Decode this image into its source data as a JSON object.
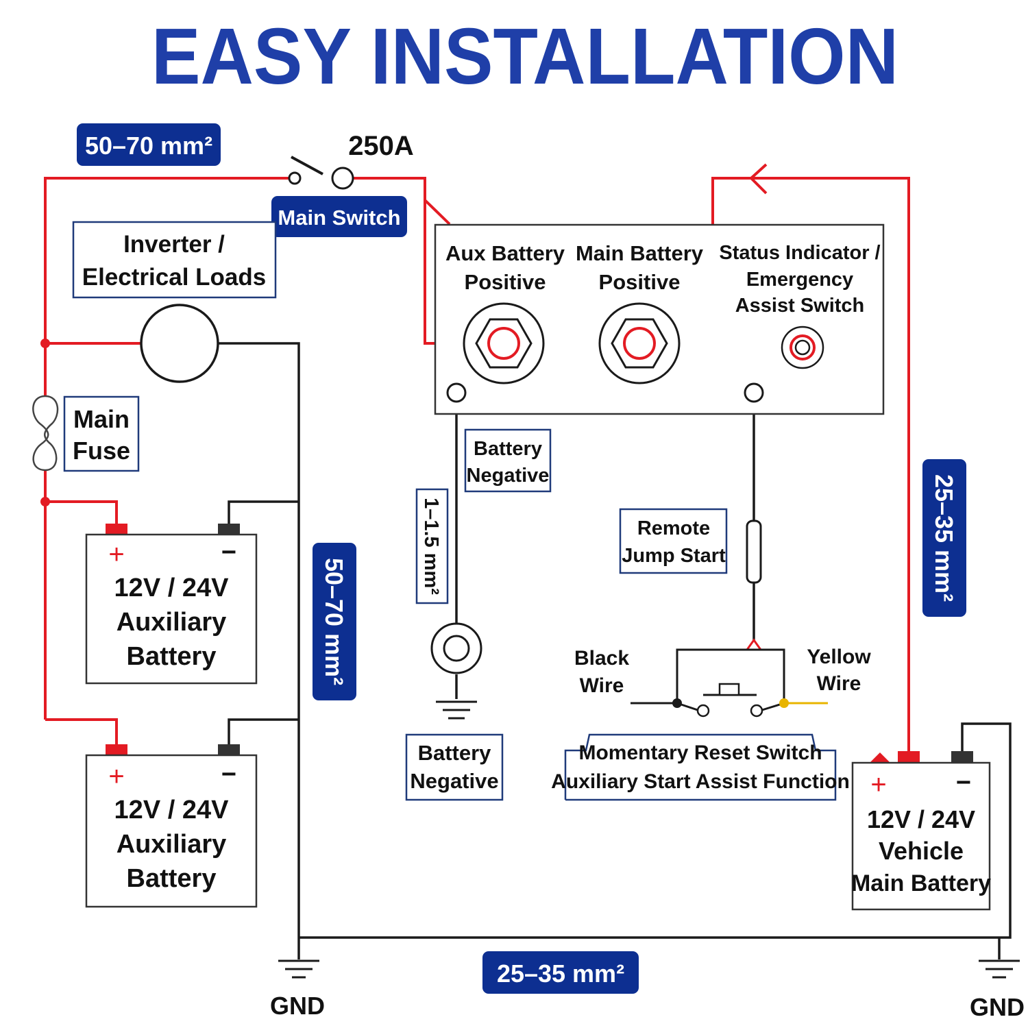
{
  "title": "EASY INSTALLATION",
  "colors": {
    "title": "#1f3fa8",
    "badge": "#0d2f91",
    "red_wire": "#e31b23",
    "black_wire": "#1a1a1a",
    "yellow_wire": "#e8b400"
  },
  "icons": [
    "switch-icon",
    "fuse-icon",
    "ground-icon",
    "terminal-icon",
    "push-button-icon"
  ],
  "badges": {
    "top_left": "50–70 mm²",
    "center_vertical": "50–70 mm²",
    "bottom": "25–35 mm²",
    "right_vertical": "25–35 mm²",
    "main_switch": "Main Switch"
  },
  "switch_rating": "250A",
  "inverter": {
    "line1": "Inverter /",
    "line2": "Electrical Loads"
  },
  "fuse": {
    "line1": "Main",
    "line2": "Fuse"
  },
  "aux_battery_1": {
    "plus": "+",
    "minus": "−",
    "line1": "12V / 24V",
    "line2": "Auxiliary",
    "line3": "Battery"
  },
  "aux_battery_2": {
    "plus": "+",
    "minus": "−",
    "line1": "12V / 24V",
    "line2": "Auxiliary",
    "line3": "Battery"
  },
  "main_battery": {
    "plus": "+",
    "minus": "−",
    "line1": "12V / 24V",
    "line2": "Vehicle",
    "line3": "Main Battery"
  },
  "panel": {
    "aux_positive": {
      "line1": "Aux Battery",
      "line2": "Positive"
    },
    "main_positive": {
      "line1": "Main Battery",
      "line2": "Positive"
    },
    "status": {
      "line1": "Status Indicator /",
      "line2": "Emergency",
      "line3": "Assist Switch"
    }
  },
  "battery_negative_top": {
    "line1": "Battery",
    "line2": "Negative"
  },
  "battery_negative_bottom": {
    "line1": "Battery",
    "line2": "Negative"
  },
  "wire_gauge_small": "1–1.5 mm²",
  "remote_jump": {
    "line1": "Remote",
    "line2": "Jump Start"
  },
  "black_wire": {
    "line1": "Black",
    "line2": "Wire"
  },
  "yellow_wire": {
    "line1": "Yellow",
    "line2": "Wire"
  },
  "reset_switch": {
    "line1": "Momentary Reset Switch",
    "line2": "Auxiliary Start Assist Function"
  },
  "gnd_left": "GND",
  "gnd_right": "GND"
}
